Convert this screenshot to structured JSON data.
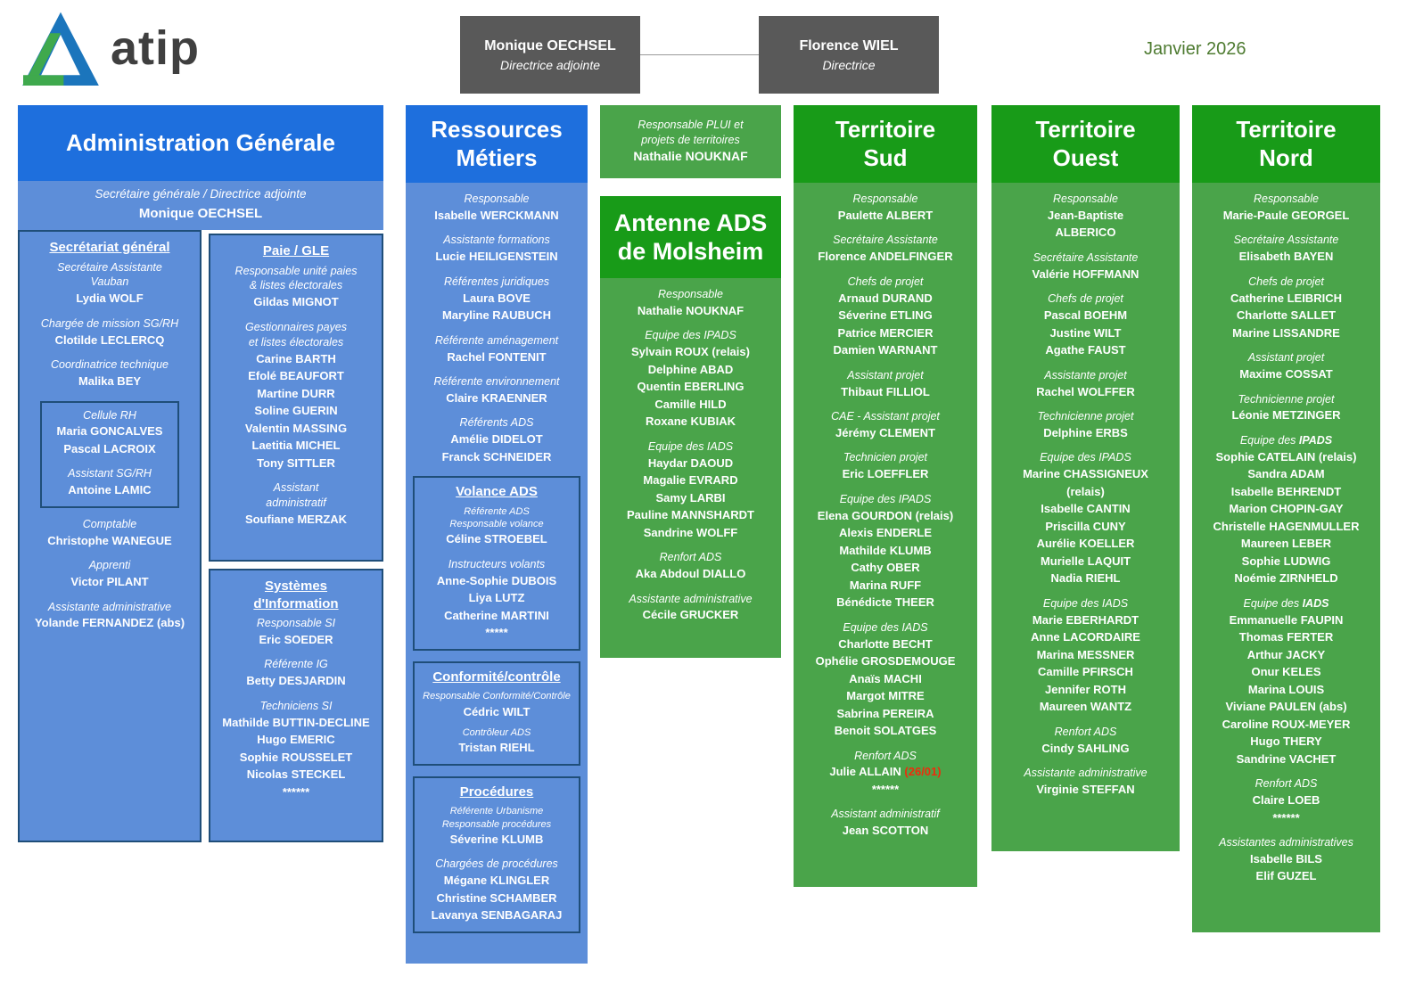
{
  "colors": {
    "blue_header": "#1e6fdd",
    "blue_panel": "#5d8ed9",
    "blue_border": "#1f4e79",
    "green_header": "#189b18",
    "green_panel": "#4aa44a",
    "director_gray": "#595959",
    "date_green": "#4e7b31",
    "alert_red": "#ee2c0c"
  },
  "header": {
    "logo_text": "atip",
    "date": "Janvier 2026",
    "direction": [
      {
        "name": "Monique OECHSEL",
        "role": "Directrice adjointe"
      },
      {
        "name": "Florence WIEL",
        "role": "Directrice"
      }
    ]
  },
  "admin": {
    "title": "Administration  Générale",
    "head_role": "Secrétaire générale / Directrice adjointe",
    "head_name": "Monique OECHSEL",
    "left": [
      {
        "t": "title",
        "text": "Secrétariat général"
      },
      {
        "t": "role",
        "text": "Secrétaire Assistante\nVauban"
      },
      {
        "t": "name",
        "text": "Lydia WOLF"
      },
      {
        "t": "role",
        "text": "Chargée de mission SG/RH"
      },
      {
        "t": "name",
        "text": "Clotilde LECLERCQ"
      },
      {
        "t": "role",
        "text": "Coordinatrice technique"
      },
      {
        "t": "name",
        "text": "Malika BEY"
      },
      {
        "t": "box",
        "name": "cellule-rh-box",
        "cls": "inset",
        "entries": [
          {
            "t": "role",
            "text": "Cellule RH"
          },
          {
            "t": "name",
            "text": "Maria GONCALVES"
          },
          {
            "t": "name",
            "text": "Pascal LACROIX"
          },
          {
            "t": "role",
            "text": "Assistant SG/RH"
          },
          {
            "t": "name",
            "text": "Antoine LAMIC"
          }
        ]
      },
      {
        "t": "role",
        "text": "Comptable"
      },
      {
        "t": "name",
        "text": "Christophe WANEGUE"
      },
      {
        "t": "role",
        "text": "Apprenti"
      },
      {
        "t": "name",
        "text": "Victor PILANT"
      },
      {
        "t": "role",
        "text": "Assistante administrative"
      },
      {
        "t": "name",
        "text": "Yolande FERNANDEZ (abs)"
      }
    ],
    "paie": [
      {
        "t": "title",
        "text": "Paie / GLE"
      },
      {
        "t": "role",
        "text": "Responsable unité paies\n& listes électorales"
      },
      {
        "t": "name",
        "text": "Gildas MIGNOT"
      },
      {
        "t": "role",
        "text": "Gestionnaires payes\net listes électorales"
      },
      {
        "t": "name",
        "text": "Carine BARTH"
      },
      {
        "t": "name",
        "text": "Efolé BEAUFORT"
      },
      {
        "t": "name",
        "text": "Martine DURR"
      },
      {
        "t": "name",
        "text": "Soline GUERIN"
      },
      {
        "t": "name",
        "text": "Valentin MASSING"
      },
      {
        "t": "name",
        "text": "Laetitia MICHEL"
      },
      {
        "t": "name",
        "text": "Tony SITTLER"
      },
      {
        "t": "role",
        "text": "Assistant\nadministratif"
      },
      {
        "t": "name",
        "text": "Soufiane MERZAK"
      }
    ],
    "si": [
      {
        "t": "title",
        "text": "Systèmes\nd'Information"
      },
      {
        "t": "role",
        "text": "Responsable SI"
      },
      {
        "t": "name",
        "text": "Eric SOEDER"
      },
      {
        "t": "role",
        "text": "Référente IG"
      },
      {
        "t": "name",
        "text": "Betty DESJARDIN"
      },
      {
        "t": "role",
        "text": "Techniciens SI"
      },
      {
        "t": "name",
        "text": "Mathilde BUTTIN-DECLINE"
      },
      {
        "t": "name",
        "text": "Hugo EMERIC"
      },
      {
        "t": "name",
        "text": "Sophie ROUSSELET"
      },
      {
        "t": "name",
        "text": "Nicolas STECKEL"
      },
      {
        "t": "name",
        "text": "******"
      }
    ]
  },
  "ressources": {
    "title": "Ressources\nMétiers",
    "entries": [
      {
        "t": "role",
        "text": "Responsable"
      },
      {
        "t": "name",
        "text": "Isabelle WERCKMANN"
      },
      {
        "t": "role",
        "text": "Assistante formations"
      },
      {
        "t": "name",
        "text": "Lucie HEILIGENSTEIN"
      },
      {
        "t": "role",
        "text": "Référentes juridiques"
      },
      {
        "t": "name",
        "text": "Laura BOVE"
      },
      {
        "t": "name",
        "text": "Maryline RAUBUCH"
      },
      {
        "t": "role",
        "text": "Référente aménagement"
      },
      {
        "t": "name",
        "text": "Rachel FONTENIT"
      },
      {
        "t": "role",
        "text": "Référente environnement"
      },
      {
        "t": "name",
        "text": "Claire KRAENNER"
      },
      {
        "t": "role",
        "text": "Référents ADS"
      },
      {
        "t": "name",
        "text": "Amélie DIDELOT"
      },
      {
        "t": "name",
        "text": "Franck SCHNEIDER"
      },
      {
        "t": "box",
        "name": "volance-ads-box",
        "entries": [
          {
            "t": "title",
            "text": "Volance ADS"
          },
          {
            "t": "rolesm",
            "text": "Référente ADS"
          },
          {
            "t": "rolesm",
            "text": "Responsable volance"
          },
          {
            "t": "name",
            "text": "Céline STROEBEL"
          },
          {
            "t": "role",
            "text": "Instructeurs volants"
          },
          {
            "t": "name",
            "text": "Anne-Sophie DUBOIS"
          },
          {
            "t": "name",
            "text": "Liya LUTZ"
          },
          {
            "t": "name",
            "text": "Catherine MARTINI"
          },
          {
            "t": "name",
            "text": "*****"
          }
        ]
      },
      {
        "t": "box",
        "name": "conformite-controle-box",
        "entries": [
          {
            "t": "title",
            "text": "Conformité/contrôle"
          },
          {
            "t": "rolesm",
            "text": "Responsable Conformité/Contrôle"
          },
          {
            "t": "name",
            "text": "Cédric WILT"
          },
          {
            "t": "rolesm",
            "text": "Contrôleur ADS"
          },
          {
            "t": "name",
            "text": "Tristan RIEHL"
          }
        ]
      },
      {
        "t": "box",
        "name": "procedures-box",
        "entries": [
          {
            "t": "title",
            "text": "Procédures"
          },
          {
            "t": "rolesm",
            "text": "Référente Urbanisme"
          },
          {
            "t": "rolesm",
            "text": "Responsable procédures"
          },
          {
            "t": "name",
            "text": "Séverine KLUMB"
          },
          {
            "t": "role",
            "text": "Chargées de procédures"
          },
          {
            "t": "name",
            "text": "Mégane KLINGLER"
          },
          {
            "t": "name",
            "text": "Christine SCHAMBER"
          },
          {
            "t": "name",
            "text": "Lavanya SENBAGARAJ"
          }
        ]
      }
    ]
  },
  "plui": {
    "role": "Responsable PLUI et\nprojets de territoires",
    "name": "Nathalie NOUKNAF"
  },
  "molsheim": {
    "title": "Antenne ADS\nde Molsheim",
    "entries": [
      {
        "t": "role",
        "text": "Responsable"
      },
      {
        "t": "name",
        "text": "Nathalie NOUKNAF"
      },
      {
        "t": "role",
        "text": "Equipe des IPADS"
      },
      {
        "t": "name",
        "text": "Sylvain ROUX (relais)"
      },
      {
        "t": "name",
        "text": "Delphine ABAD"
      },
      {
        "t": "name",
        "text": "Quentin EBERLING"
      },
      {
        "t": "name",
        "text": "Camille HILD"
      },
      {
        "t": "name",
        "text": "Roxane KUBIAK"
      },
      {
        "t": "role",
        "text": "Equipe des IADS"
      },
      {
        "t": "name",
        "text": "Haydar DAOUD"
      },
      {
        "t": "name",
        "text": "Magalie EVRARD"
      },
      {
        "t": "name",
        "text": "Samy LARBI"
      },
      {
        "t": "name",
        "text": "Pauline MANNSHARDT"
      },
      {
        "t": "name",
        "text": "Sandrine WOLFF"
      },
      {
        "t": "role",
        "text": "Renfort ADS"
      },
      {
        "t": "name",
        "text": "Aka Abdoul DIALLO"
      },
      {
        "t": "role",
        "text": "Assistante administrative"
      },
      {
        "t": "name",
        "text": "Cécile GRUCKER"
      }
    ]
  },
  "sud": {
    "title": "Territoire\nSud",
    "entries": [
      {
        "t": "role",
        "text": "Responsable"
      },
      {
        "t": "name",
        "text": "Paulette ALBERT"
      },
      {
        "t": "role",
        "text": "Secrétaire Assistante"
      },
      {
        "t": "name",
        "text": "Florence ANDELFINGER"
      },
      {
        "t": "role",
        "text": "Chefs de projet"
      },
      {
        "t": "name",
        "text": "Arnaud DURAND"
      },
      {
        "t": "name",
        "text": "Séverine ETLING"
      },
      {
        "t": "name",
        "text": "Patrice MERCIER"
      },
      {
        "t": "name",
        "text": "Damien WARNANT"
      },
      {
        "t": "role",
        "text": "Assistant projet"
      },
      {
        "t": "name",
        "text": "Thibaut FILLIOL"
      },
      {
        "t": "role",
        "text": "CAE - Assistant projet"
      },
      {
        "t": "name",
        "text": "Jérémy CLEMENT"
      },
      {
        "t": "role",
        "text": "Technicien projet"
      },
      {
        "t": "name",
        "text": "Eric LOEFFLER"
      },
      {
        "t": "role",
        "text": "Equipe des IPADS"
      },
      {
        "t": "name",
        "text": "Elena GOURDON (relais)"
      },
      {
        "t": "name",
        "text": "Alexis ENDERLE"
      },
      {
        "t": "name",
        "text": "Mathilde KLUMB"
      },
      {
        "t": "name",
        "text": "Cathy OBER"
      },
      {
        "t": "name",
        "text": "Marina RUFF"
      },
      {
        "t": "name",
        "text": "Bénédicte THEER"
      },
      {
        "t": "role",
        "text": "Equipe des IADS"
      },
      {
        "t": "name",
        "text": "Charlotte BECHT"
      },
      {
        "t": "name",
        "text": "Ophélie GROSDEMOUGE"
      },
      {
        "t": "name",
        "text": "Anaïs MACHI"
      },
      {
        "t": "name",
        "text": "Margot MITRE"
      },
      {
        "t": "name",
        "text": "Sabrina PEREIRA"
      },
      {
        "t": "name",
        "text": "Benoit SOLATGES"
      },
      {
        "t": "role",
        "text": "Renfort ADS"
      },
      {
        "t": "name",
        "text": "Julie ALLAIN ",
        "red": "(26/01)"
      },
      {
        "t": "name",
        "text": "******"
      },
      {
        "t": "role",
        "text": "Assistant administratif"
      },
      {
        "t": "name",
        "text": "Jean SCOTTON"
      }
    ]
  },
  "ouest": {
    "title": "Territoire\nOuest",
    "entries": [
      {
        "t": "role",
        "text": "Responsable"
      },
      {
        "t": "name",
        "text": "Jean-Baptiste\nALBERICO"
      },
      {
        "t": "role",
        "text": "Secrétaire Assistante"
      },
      {
        "t": "name",
        "text": "Valérie HOFFMANN"
      },
      {
        "t": "role",
        "text": "Chefs de projet"
      },
      {
        "t": "name",
        "text": "Pascal BOEHM"
      },
      {
        "t": "name",
        "text": "Justine WILT"
      },
      {
        "t": "name",
        "text": "Agathe FAUST"
      },
      {
        "t": "role",
        "text": "Assistante projet"
      },
      {
        "t": "name",
        "text": "Rachel WOLFFER"
      },
      {
        "t": "role",
        "text": "Technicienne projet"
      },
      {
        "t": "name",
        "text": "Delphine ERBS"
      },
      {
        "t": "role",
        "text": "Equipe des IPADS"
      },
      {
        "t": "name",
        "text": "Marine CHASSIGNEUX\n(relais)"
      },
      {
        "t": "name",
        "text": "Isabelle CANTIN"
      },
      {
        "t": "name",
        "text": "Priscilla CUNY"
      },
      {
        "t": "name",
        "text": "Aurélie KOELLER"
      },
      {
        "t": "name",
        "text": "Murielle LAQUIT"
      },
      {
        "t": "name",
        "text": "Nadia RIEHL"
      },
      {
        "t": "role",
        "text": "Equipe des IADS"
      },
      {
        "t": "name",
        "text": "Marie EBERHARDT"
      },
      {
        "t": "name",
        "text": "Anne LACORDAIRE"
      },
      {
        "t": "name",
        "text": "Marina MESSNER"
      },
      {
        "t": "name",
        "text": "Camille PFIRSCH"
      },
      {
        "t": "name",
        "text": "Jennifer ROTH"
      },
      {
        "t": "name",
        "text": "Maureen WANTZ"
      },
      {
        "t": "role",
        "text": "Renfort ADS"
      },
      {
        "t": "name",
        "text": "Cindy SAHLING"
      },
      {
        "t": "role",
        "text": "Assistante administrative"
      },
      {
        "t": "name",
        "text": "Virginie STEFFAN"
      }
    ]
  },
  "nord": {
    "title": "Territoire\nNord",
    "entries": [
      {
        "t": "role",
        "text": "Responsable"
      },
      {
        "t": "name",
        "text": "Marie-Paule GEORGEL"
      },
      {
        "t": "role",
        "text": "Secrétaire Assistante"
      },
      {
        "t": "name",
        "text": "Elisabeth BAYEN"
      },
      {
        "t": "role",
        "text": "Chefs de projet"
      },
      {
        "t": "name",
        "text": "Catherine LEIBRICH"
      },
      {
        "t": "name",
        "text": "Charlotte SALLET"
      },
      {
        "t": "name",
        "text": "Marine LISSANDRE"
      },
      {
        "t": "role",
        "text": "Assistant projet"
      },
      {
        "t": "name",
        "text": "Maxime COSSAT"
      },
      {
        "t": "role",
        "text": "Technicienne projet"
      },
      {
        "t": "name",
        "text": "Léonie METZINGER"
      },
      {
        "t": "role",
        "text": "Equipe des ",
        "bold": "IPADS"
      },
      {
        "t": "name",
        "text": "Sophie CATELAIN (relais)"
      },
      {
        "t": "name",
        "text": "Sandra ADAM"
      },
      {
        "t": "name",
        "text": "Isabelle BEHRENDT"
      },
      {
        "t": "name",
        "text": "Marion CHOPIN-GAY"
      },
      {
        "t": "name",
        "text": "Christelle HAGENMULLER"
      },
      {
        "t": "name",
        "text": "Maureen LEBER"
      },
      {
        "t": "name",
        "text": "Sophie LUDWIG"
      },
      {
        "t": "name",
        "text": "Noémie ZIRNHELD"
      },
      {
        "t": "role",
        "text": "Equipe des ",
        "bold": "IADS"
      },
      {
        "t": "name",
        "text": "Emmanuelle FAUPIN"
      },
      {
        "t": "name",
        "text": "Thomas FERTER"
      },
      {
        "t": "name",
        "text": "Arthur JACKY"
      },
      {
        "t": "name",
        "text": "Onur KELES"
      },
      {
        "t": "name",
        "text": "Marina LOUIS"
      },
      {
        "t": "name",
        "text": "Viviane PAULEN (abs)"
      },
      {
        "t": "name",
        "text": "Caroline ROUX-MEYER"
      },
      {
        "t": "name",
        "text": "Hugo THERY"
      },
      {
        "t": "name",
        "text": "Sandrine VACHET"
      },
      {
        "t": "role",
        "text": "Renfort ADS"
      },
      {
        "t": "name",
        "text": "Claire LOEB"
      },
      {
        "t": "name",
        "text": "******"
      },
      {
        "t": "role",
        "text": "Assistantes administratives"
      },
      {
        "t": "name",
        "text": "Isabelle BILS"
      },
      {
        "t": "name",
        "text": "Elif GUZEL"
      }
    ]
  }
}
